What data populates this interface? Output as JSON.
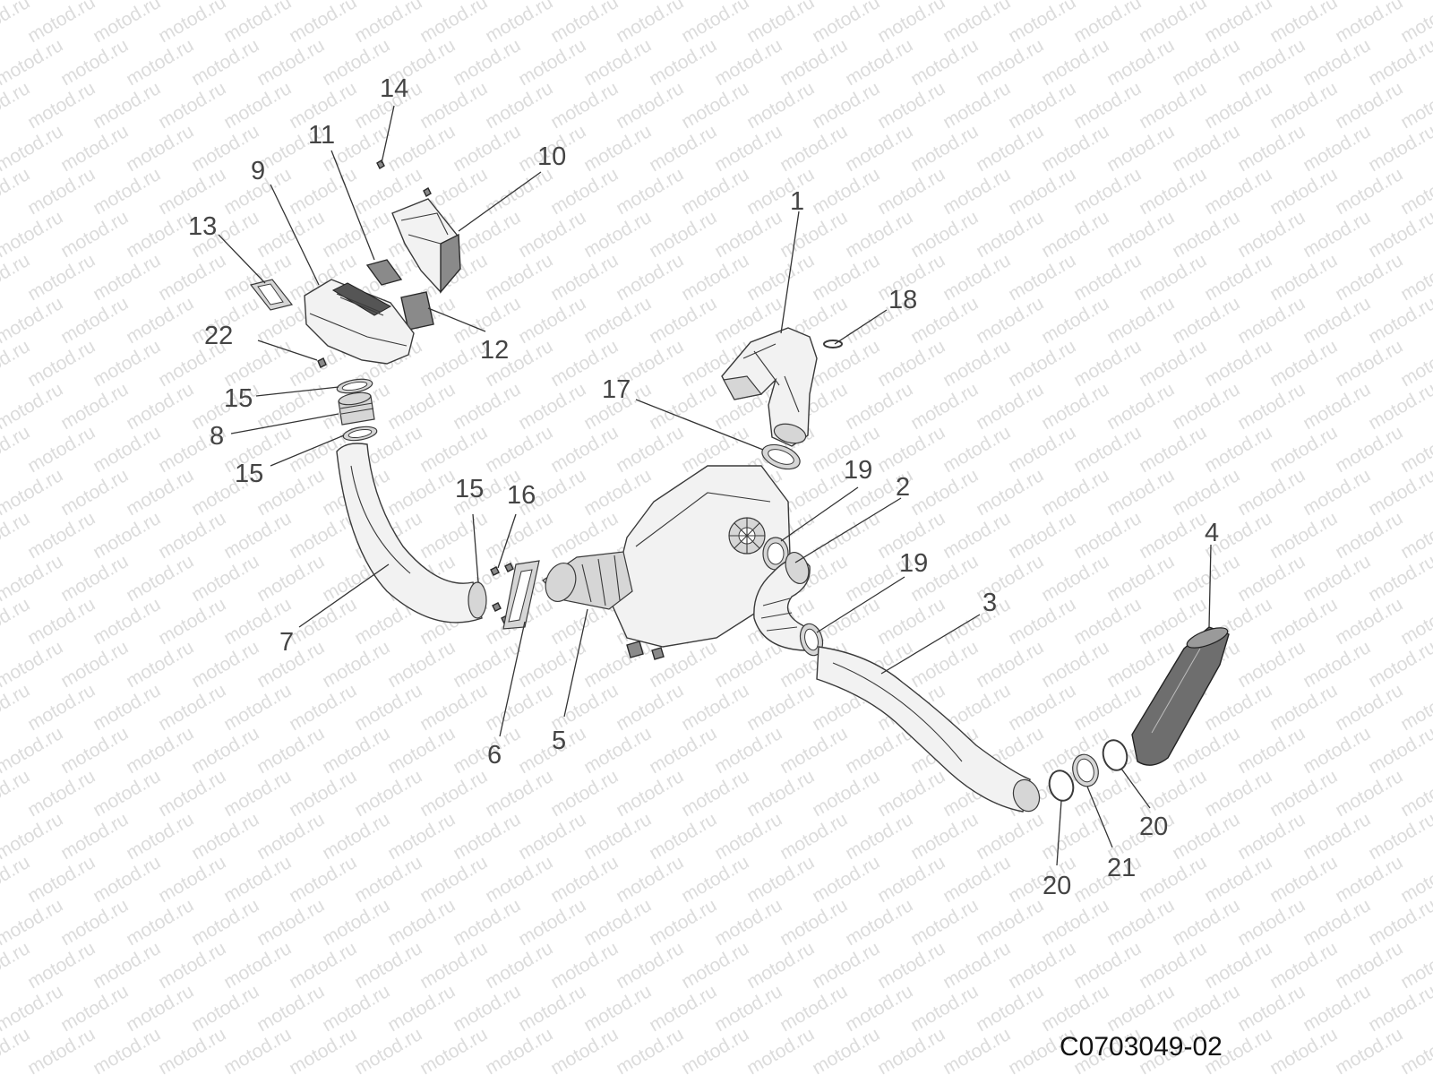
{
  "watermark": {
    "text": "motod.ru"
  },
  "document_code": "C0703049-02",
  "callouts": [
    {
      "id": "c1",
      "label": "1"
    },
    {
      "id": "c2",
      "label": "2"
    },
    {
      "id": "c3",
      "label": "3"
    },
    {
      "id": "c4",
      "label": "4"
    },
    {
      "id": "c5",
      "label": "5"
    },
    {
      "id": "c6",
      "label": "6"
    },
    {
      "id": "c7",
      "label": "7"
    },
    {
      "id": "c8",
      "label": "8"
    },
    {
      "id": "c9",
      "label": "9"
    },
    {
      "id": "c10",
      "label": "10"
    },
    {
      "id": "c11",
      "label": "11"
    },
    {
      "id": "c12",
      "label": "12"
    },
    {
      "id": "c13",
      "label": "13"
    },
    {
      "id": "c14",
      "label": "14"
    },
    {
      "id": "c15a",
      "label": "15"
    },
    {
      "id": "c15b",
      "label": "15"
    },
    {
      "id": "c15c",
      "label": "15"
    },
    {
      "id": "c16",
      "label": "16"
    },
    {
      "id": "c17",
      "label": "17"
    },
    {
      "id": "c18",
      "label": "18"
    },
    {
      "id": "c19a",
      "label": "19"
    },
    {
      "id": "c19b",
      "label": "19"
    },
    {
      "id": "c20a",
      "label": "20"
    },
    {
      "id": "c20b",
      "label": "20"
    },
    {
      "id": "c21",
      "label": "21"
    },
    {
      "id": "c22",
      "label": "22"
    }
  ]
}
